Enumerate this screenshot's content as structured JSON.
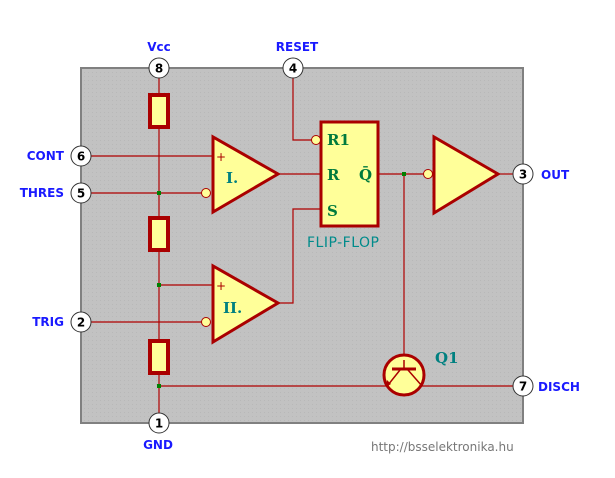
{
  "title": "555 timer internal block diagram",
  "pins": [
    {
      "number": "8",
      "name": "Vcc"
    },
    {
      "number": "4",
      "name": "RESET"
    },
    {
      "number": "6",
      "name": "CONT"
    },
    {
      "number": "5",
      "name": "THRES"
    },
    {
      "number": "2",
      "name": "TRIG"
    },
    {
      "number": "3",
      "name": "OUT"
    },
    {
      "number": "7",
      "name": "DISCH"
    },
    {
      "number": "1",
      "name": "GND"
    }
  ],
  "comparators": [
    {
      "label": "I.",
      "plus": "+"
    },
    {
      "label": "II.",
      "plus": "+"
    }
  ],
  "flipflop": {
    "inputs": [
      "R1",
      "R",
      "S"
    ],
    "output": "Q̄",
    "caption": "FLIP-FLOP"
  },
  "transistor": {
    "label": "Q1"
  },
  "watermark": "http://bsselektronika.hu",
  "colors": {
    "wire": "#b00000",
    "body_fill": "#c0c0c0",
    "component_fill": "#ffff99",
    "pin_label": "#1a1aff",
    "junction": "#008000"
  }
}
